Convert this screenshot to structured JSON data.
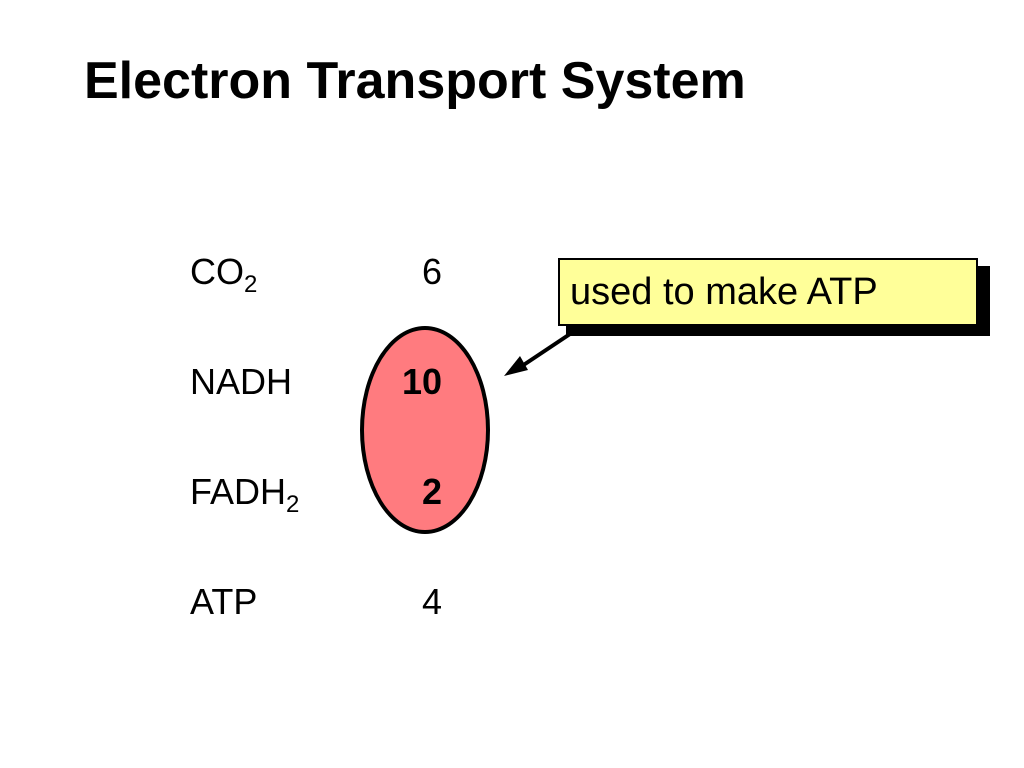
{
  "title": "Electron Transport System",
  "rows": [
    {
      "label": "CO",
      "sub": "2",
      "value": "6",
      "bold": false
    },
    {
      "label": "NADH",
      "sub": "",
      "value": "10",
      "bold": true
    },
    {
      "label": "FADH",
      "sub": "2",
      "value": "2",
      "bold": true
    },
    {
      "label": "ATP",
      "sub": "",
      "value": "4",
      "bold": false
    }
  ],
  "callout": {
    "text": "used to make ATP",
    "background": "#ffff99"
  },
  "colors": {
    "ellipse_fill": "#ff7b7f",
    "text": "#000000"
  }
}
